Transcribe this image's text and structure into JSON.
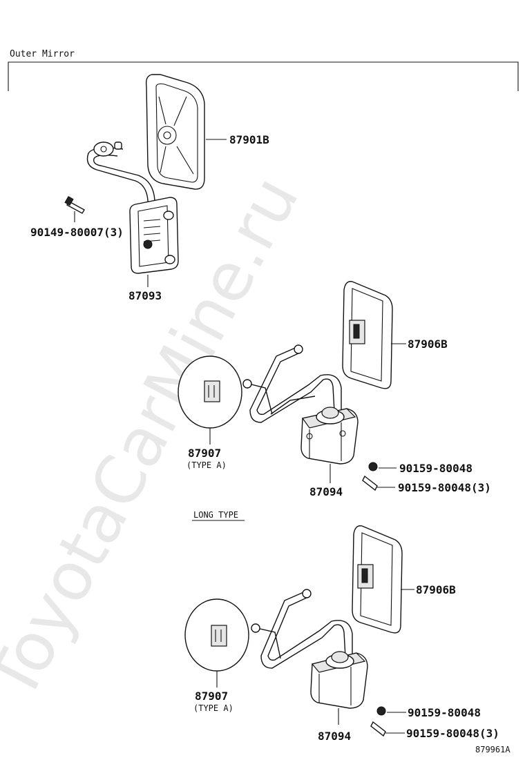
{
  "title": "Outer Mirror",
  "section_label": "LONG TYPE",
  "figure_code": "879961A",
  "watermark": "ToyotaCarMine.ru",
  "labels": {
    "p87901B": "87901B",
    "p90149": "90149-80007(3)",
    "p87093": "87093",
    "p87906B_1": "87906B",
    "p87907_1": "87907",
    "typeA_1": "(TYPE A)",
    "p87094_1": "87094",
    "p90159_1a": "90159-80048",
    "p90159_1b": "90159-80048(3)",
    "p87906B_2": "87906B",
    "p87907_2": "87907",
    "typeA_2": "(TYPE A)",
    "p87094_2": "87094",
    "p90159_2a": "90159-80048",
    "p90159_2b": "90159-80048(3)"
  }
}
